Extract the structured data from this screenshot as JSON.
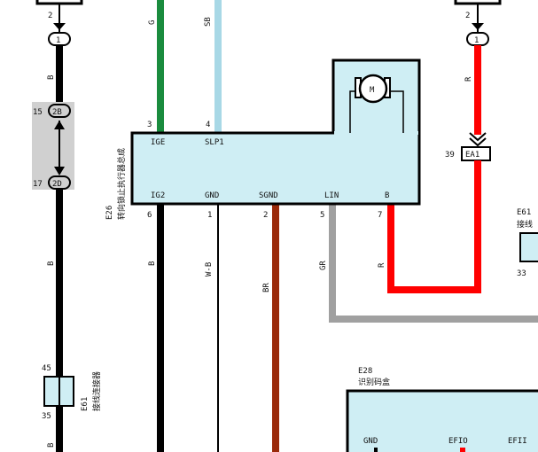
{
  "colors": {
    "green": "#1a8c3e",
    "sky_blue": "#a8d8e6",
    "black": "#000000",
    "red": "#ff0000",
    "brown": "#9a2a0a",
    "gray": "#a0a0a0",
    "box_fill": "#cfeef4",
    "joint_fill": "#d0d0d0"
  },
  "left_bus": {
    "top_pin": "2",
    "connector": "1",
    "wire_label_top": "B",
    "joint_top_pin": "15",
    "joint_top_name": "2B",
    "joint_bottom_pin": "17",
    "joint_bottom_name": "2D",
    "wire_label_mid": "B",
    "e61_top_pin": "45",
    "e61_bottom_pin": "35",
    "e61_code": "E61",
    "e61_name": "接线连接器",
    "wire_label_bottom": "B"
  },
  "right_feed": {
    "top_pin": "2",
    "connector": "1",
    "wire_label": "R",
    "ea1_pin": "39",
    "ea1_name": "EA1"
  },
  "e26": {
    "code": "E26",
    "name": "转向锁止执行器总成",
    "motor_label": "M",
    "top_pins": [
      {
        "num": "3",
        "name": "IGE",
        "wire_label": "G"
      },
      {
        "num": "4",
        "name": "SLP1",
        "wire_label": "SB"
      }
    ],
    "bottom_pins": [
      {
        "num": "6",
        "name": "IG2",
        "wire_label": "B"
      },
      {
        "num": "1",
        "name": "GND",
        "wire_label": "W-B"
      },
      {
        "num": "2",
        "name": "SGND",
        "wire_label": "BR"
      },
      {
        "num": "5",
        "name": "LIN",
        "wire_label": "GR"
      },
      {
        "num": "7",
        "name": "B",
        "wire_label": "R"
      }
    ]
  },
  "e61_right": {
    "code": "E61",
    "name": "接线",
    "pin": "33"
  },
  "e28": {
    "code": "E28",
    "name": "识别码盒",
    "pins": [
      "GND",
      "EFIO",
      "EFII"
    ]
  }
}
